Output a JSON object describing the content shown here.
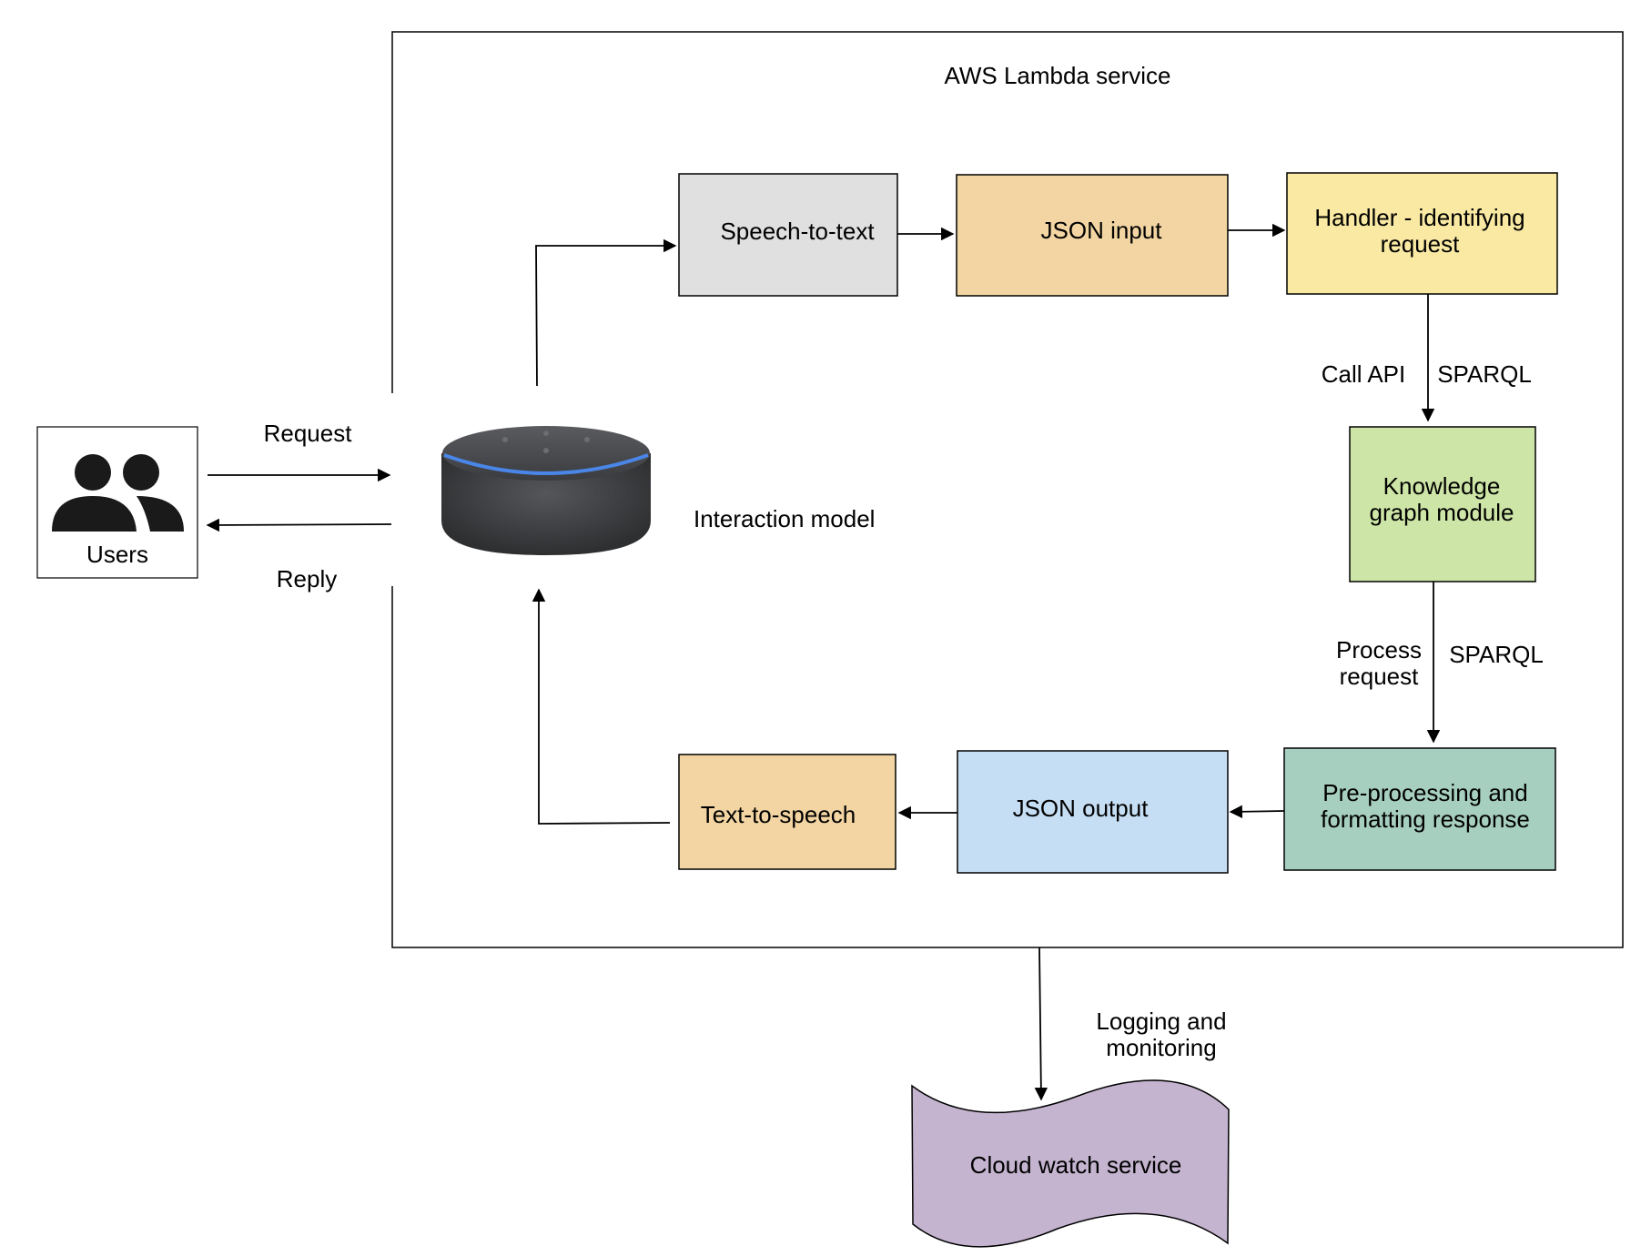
{
  "container": {
    "title": "AWS Lambda service"
  },
  "users": {
    "label": "Users"
  },
  "edges": {
    "request": "Request",
    "reply": "Reply",
    "call_api": "Call API",
    "sparql_1": "SPARQL",
    "process_request": [
      "Process",
      "request"
    ],
    "sparql_2": "SPARQL",
    "logging": [
      "Logging and",
      "monitoring"
    ]
  },
  "interaction_model": {
    "label": "Interaction model"
  },
  "nodes": {
    "speech_to_text": {
      "label": "Speech-to-text",
      "fill": "#e0e0e0"
    },
    "json_input": {
      "label": "JSON input",
      "fill": "#f2d5a2"
    },
    "handler": {
      "label": [
        "Handler - identifying",
        "request"
      ],
      "fill": "#f9e9a3"
    },
    "knowledge_graph": {
      "label": [
        "Knowledge",
        "graph module"
      ],
      "fill": "#cde5a6"
    },
    "preprocessing": {
      "label": [
        "Pre-processing and",
        "formatting response"
      ],
      "fill": "#a7cfc0"
    },
    "json_output": {
      "label": "JSON output",
      "fill": "#c6def3"
    },
    "text_to_speech": {
      "label": "Text-to-speech",
      "fill": "#f2d5a2"
    },
    "cloudwatch": {
      "label": "Cloud watch service",
      "fill": "#c4b4cf"
    }
  },
  "colors": {
    "speaker_ring": "#4a86e8",
    "speaker_body": "#3a3a3c"
  }
}
